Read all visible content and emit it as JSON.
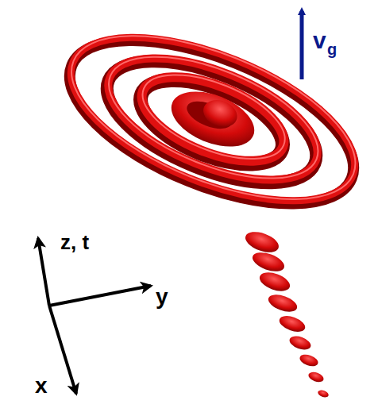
{
  "diagram": {
    "labels": [
      "z, t",
      "y",
      "x",
      "v",
      "g"
    ]
  }
}
